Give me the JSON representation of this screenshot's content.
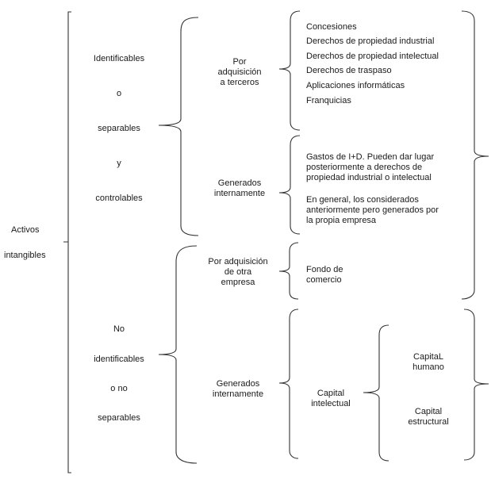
{
  "root": {
    "line1": "Activos",
    "line2": "intangibles"
  },
  "identifiable": {
    "words": [
      "Identificables",
      "o",
      "separables",
      "y",
      "controlables"
    ],
    "by_acquisition": {
      "label": "Por\nadquisición\na terceros",
      "items": [
        "Concesiones",
        "Derechos de propiedad industrial",
        "Derechos de propiedad intelectual",
        "Derechos de traspaso",
        "Aplicaciones informáticas",
        "Franquicias"
      ]
    },
    "internally_generated": {
      "label": "Generados\ninternamente",
      "items": [
        "Gastos de I+D. Pueden dar lugar\nposteriormente a derechos de\npropiedad industrial o intelectual",
        "En general, los considerados\nanteriormente pero generados por\nla propia empresa"
      ]
    }
  },
  "non_identifiable": {
    "words": [
      "No",
      "identificables",
      "o no",
      "separables"
    ],
    "by_company_acquisition": {
      "label": "Por adquisición\nde otra\nempresa",
      "item": "Fondo de\ncomercio"
    },
    "internally_generated": {
      "label": "Generados\ninternamente",
      "item": "Capital\nintelectual",
      "sub_items": [
        "CapitaL\nhumano",
        "Capital\nestructural"
      ]
    }
  }
}
